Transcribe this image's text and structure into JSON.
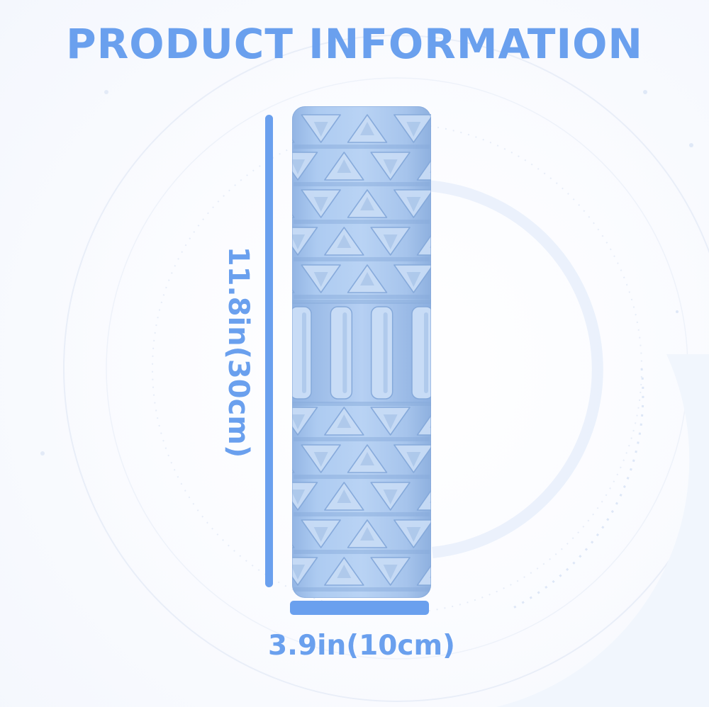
{
  "title": "PRODUCT INFORMATION",
  "dimensions": {
    "height_label": "11.8in(30cm)",
    "width_label": "3.9in(10cm)"
  },
  "product": {
    "icon": "foam-roller-image"
  },
  "colors": {
    "accent": "#6aa0ee",
    "roller_fill": "#a9c7ef",
    "roller_shadow": "#85a9da",
    "roller_light": "#c8dcf6",
    "background": "#ffffff",
    "background_rings": "#e8eef9"
  }
}
